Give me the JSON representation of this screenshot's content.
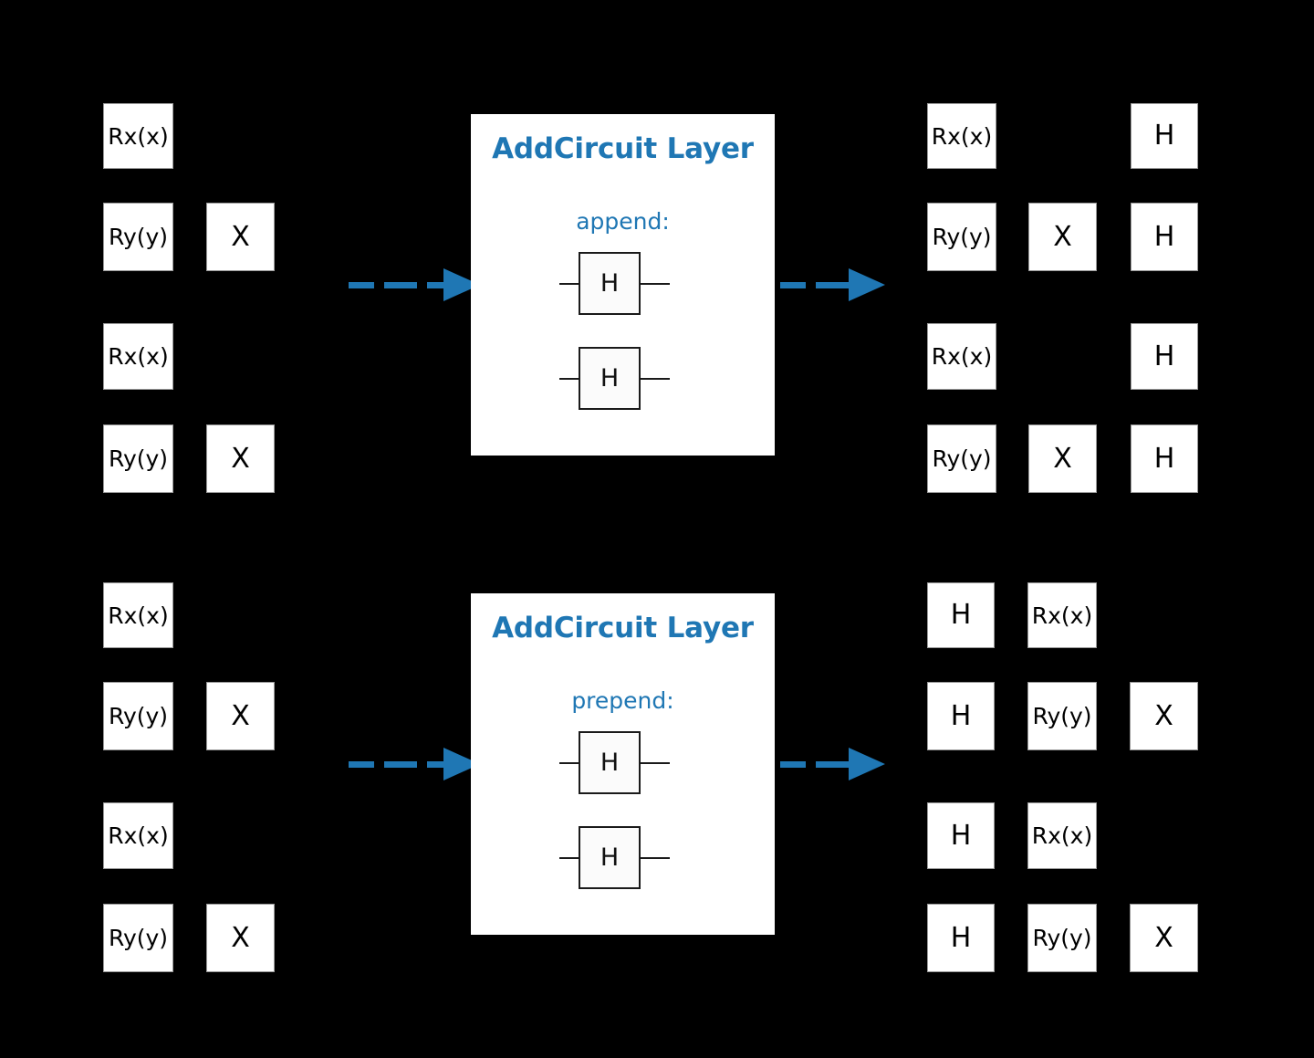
{
  "figure": {
    "background_color": "#000000",
    "accent_color": "#1f77b4",
    "gate_fill": "#ffffff",
    "gate_text_color": "#000000"
  },
  "rows": [
    {
      "id": "append-row",
      "input_circuit": {
        "name": "input-circuit-append",
        "qubits": 4,
        "gates": [
          {
            "label": "Rx(x)",
            "wire": 0,
            "column": 0
          },
          {
            "label": "Ry(y)",
            "wire": 1,
            "column": 0
          },
          {
            "label": "X",
            "wire": 1,
            "column": 1
          },
          {
            "label": "Rx(x)",
            "wire": 2,
            "column": 0
          },
          {
            "label": "Ry(y)",
            "wire": 3,
            "column": 0
          },
          {
            "label": "X",
            "wire": 3,
            "column": 1
          }
        ]
      },
      "panel": {
        "title": "AddCircuit Layer",
        "mode": "append:",
        "sub_circuit_gates": [
          "H",
          "H"
        ]
      },
      "output_circuit": {
        "name": "output-circuit-append",
        "qubits": 4,
        "gates": [
          {
            "label": "Rx(x)",
            "wire": 0,
            "column": 0
          },
          {
            "label": "H",
            "wire": 0,
            "column": 2
          },
          {
            "label": "Ry(y)",
            "wire": 1,
            "column": 0
          },
          {
            "label": "X",
            "wire": 1,
            "column": 1
          },
          {
            "label": "H",
            "wire": 1,
            "column": 2
          },
          {
            "label": "Rx(x)",
            "wire": 2,
            "column": 0
          },
          {
            "label": "H",
            "wire": 2,
            "column": 2
          },
          {
            "label": "Ry(y)",
            "wire": 3,
            "column": 0
          },
          {
            "label": "X",
            "wire": 3,
            "column": 1
          },
          {
            "label": "H",
            "wire": 3,
            "column": 2
          }
        ]
      }
    },
    {
      "id": "prepend-row",
      "input_circuit": {
        "name": "input-circuit-prepend",
        "qubits": 4,
        "gates": [
          {
            "label": "Rx(x)",
            "wire": 0,
            "column": 0
          },
          {
            "label": "Ry(y)",
            "wire": 1,
            "column": 0
          },
          {
            "label": "X",
            "wire": 1,
            "column": 1
          },
          {
            "label": "Rx(x)",
            "wire": 2,
            "column": 0
          },
          {
            "label": "Ry(y)",
            "wire": 3,
            "column": 0
          },
          {
            "label": "X",
            "wire": 3,
            "column": 1
          }
        ]
      },
      "panel": {
        "title": "AddCircuit Layer",
        "mode": "prepend:",
        "sub_circuit_gates": [
          "H",
          "H"
        ]
      },
      "output_circuit": {
        "name": "output-circuit-prepend",
        "qubits": 4,
        "gates": [
          {
            "label": "H",
            "wire": 0,
            "column": 0
          },
          {
            "label": "Rx(x)",
            "wire": 0,
            "column": 1
          },
          {
            "label": "H",
            "wire": 1,
            "column": 0
          },
          {
            "label": "Ry(y)",
            "wire": 1,
            "column": 1
          },
          {
            "label": "X",
            "wire": 1,
            "column": 2
          },
          {
            "label": "H",
            "wire": 2,
            "column": 0
          },
          {
            "label": "Rx(x)",
            "wire": 2,
            "column": 1
          },
          {
            "label": "H",
            "wire": 3,
            "column": 0
          },
          {
            "label": "Ry(y)",
            "wire": 3,
            "column": 1
          },
          {
            "label": "X",
            "wire": 3,
            "column": 2
          }
        ]
      }
    }
  ]
}
